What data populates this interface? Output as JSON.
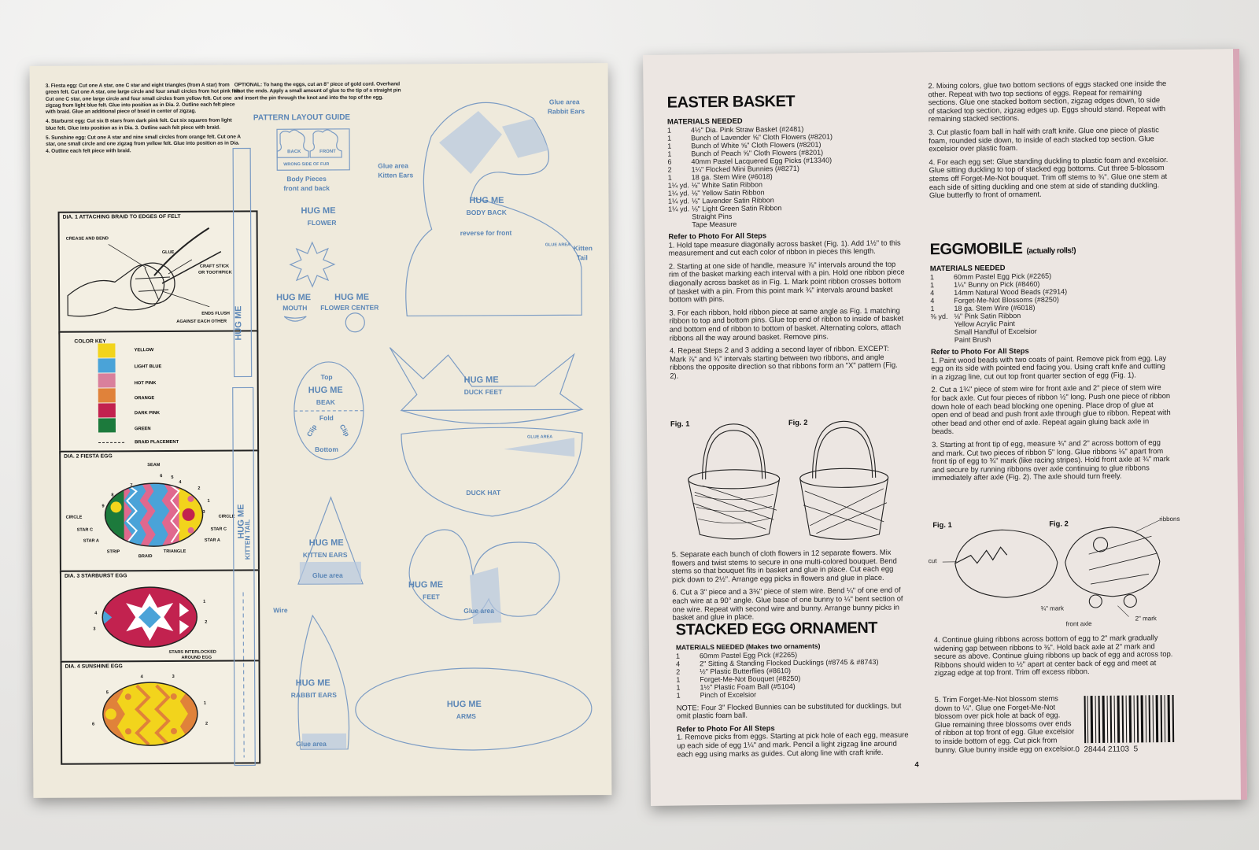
{
  "left_page": {
    "instructions": [
      "3. Fiesta egg: Cut one A star, one C star and eight triangles (from A star) from green felt. Cut one A star, one large circle and four small circles from hot pink felt. Cut one C star, one large circle and four small circles from yellow felt. Cut one zigzag from light blue felt. Glue into position as in Dia. 2. Outline each felt piece with braid. Glue an additional piece of braid in center of zigzag.",
      "4. Starburst egg: Cut six B stars from dark pink felt. Cut six squares from light blue felt. Glue into position as in Dia. 3. Outline each felt piece with braid.",
      "5. Sunshine egg: Cut one A star and nine small circles from orange felt. Cut one A star, one small circle and one zigzag from yellow felt. Glue into position as in Dia. 4. Outline each felt piece with braid."
    ],
    "optional_note": "OPTIONAL: To hang the eggs, cut an 8\" piece of gold cord. Overhand knot the ends. Apply a small amount of glue to the tip of a straight pin and insert the pin through the knot and into the top of the egg.",
    "dia1": {
      "title": "DIA. 1 ATTACHING BRAID TO EDGES OF FELT",
      "labels": [
        "CREASE AND BEND",
        "GLUE",
        "CRAFT STICK",
        "OR TOOTHPICK",
        "ENDS FLUSH",
        "AGAINST EACH OTHER"
      ]
    },
    "color_key": {
      "title": "COLOR KEY",
      "entries": [
        {
          "label": "YELLOW",
          "color": "#f2d41c"
        },
        {
          "label": "LIGHT BLUE",
          "color": "#4aa3d8"
        },
        {
          "label": "HOT PINK",
          "color": "#d9809c"
        },
        {
          "label": "ORANGE",
          "color": "#e0823a"
        },
        {
          "label": "DARK PINK",
          "color": "#c2224f"
        },
        {
          "label": "GREEN",
          "color": "#1c7a3c"
        }
      ],
      "braid_label": "BRAID PLACEMENT"
    },
    "dia2": {
      "title": "DIA. 2 FIESTA EGG",
      "labels": [
        "SEAM",
        "CIRCLE",
        "STAR C",
        "STAR A",
        "STRIP",
        "BRAID",
        "TRIANGLE",
        "CIRCLE",
        "STAR C",
        "STAR A"
      ],
      "numbers": [
        "1",
        "2",
        "3",
        "4",
        "5",
        "6",
        "7",
        "8",
        "9"
      ]
    },
    "dia3": {
      "title": "DIA. 3 STARBURST EGG",
      "labels": [
        "STARS INTERLOCKED",
        "AROUND EGG"
      ],
      "numbers": [
        "1",
        "2",
        "3",
        "4"
      ]
    },
    "dia4": {
      "title": "DIA. 4 SUNSHINE EGG",
      "numbers": [
        "1",
        "2",
        "3",
        "4",
        "5",
        "6"
      ]
    },
    "pattern": {
      "title": "PATTERN LAYOUT GUIDE",
      "body_back_label": "BACK",
      "body_front_label": "FRONT",
      "wrong_side": "WRONG SIDE OF FUR",
      "body_pieces": "Body Pieces",
      "front_back": "front and back",
      "hug_me": "HUG ME",
      "flower": "FLOWER",
      "mouth": "MOUTH",
      "flower_center": "FLOWER CENTER",
      "beak": "BEAK",
      "top": "Top",
      "fold": "Fold",
      "clip": "Clip",
      "bottom": "Bottom",
      "kitten_ears": "KITTEN EARS",
      "glue_area": "Glue area",
      "wire": "Wire",
      "rabbit_ears": "RABBIT EARS",
      "kitten_tail": "KITTEN TAIL",
      "body_back": "BODY BACK",
      "reverse": "reverse for front",
      "glue_area_rabbit": "Glue area",
      "rabbit_ears_small": "Rabbit Ears",
      "glue_area_kitten": "Glue area",
      "kitten_ears_small": "Kitten Ears",
      "glue_area_caps": "GLUE AREA",
      "kitten": "Kitten",
      "tail": "Tail",
      "duck_feet": "DUCK FEET",
      "duck_hat": "DUCK HAT",
      "feet": "FEET",
      "arms": "ARMS"
    }
  },
  "right_page": {
    "easter_basket": {
      "title": "EASTER BASKET",
      "materials_heading": "MATERIALS NEEDED",
      "materials": [
        [
          "1",
          "4½\" Dia. Pink Straw Basket (#2481)"
        ],
        [
          "1",
          "Bunch of Lavender ⅝\" Cloth Flowers (#8201)"
        ],
        [
          "1",
          "Bunch of White ⅝\" Cloth Flowers (#8201)"
        ],
        [
          "1",
          "Bunch of Peach ⅝\" Cloth Flowers (#8201)"
        ],
        [
          "6",
          "40mm Pastel Lacquered Egg Picks (#13340)"
        ],
        [
          "2",
          "1¼\" Flocked Mini Bunnies (#8271)"
        ],
        [
          "1",
          "18 ga. Stem Wire (#6018)"
        ],
        [
          "1¼ yd.",
          "⅛\" White Satin Ribbon"
        ],
        [
          "1¼ yd.",
          "⅛\" Yellow Satin Ribbon"
        ],
        [
          "1¼ yd.",
          "⅛\" Lavender Satin Ribbon"
        ],
        [
          "1¼ yd.",
          "⅛\" Light Green Satin Ribbon"
        ],
        [
          "",
          "Straight Pins"
        ],
        [
          "",
          "Tape Measure"
        ]
      ],
      "refer": "Refer to Photo For All Steps",
      "steps": [
        "1. Hold tape measure diagonally across basket (Fig. 1). Add 1½\" to this measurement and cut each color of ribbon in pieces this length.",
        "2. Starting at one side of handle, measure ⅞\" intervals around the top rim of the basket marking each interval with a pin. Hold one ribbon piece diagonally across basket as in Fig. 1. Mark point ribbon crosses bottom of basket with a pin. From this point mark ¾\" intervals around basket bottom with pins.",
        "3. For each ribbon, hold ribbon piece at same angle as Fig. 1 matching ribbon to top and bottom pins. Glue top end of ribbon to inside of basket and bottom end of ribbon to bottom of basket. Alternating colors, attach ribbons all the way around basket. Remove pins.",
        "4. Repeat Steps 2 and 3 adding a second layer of ribbon. EXCEPT: Mark ⅞\" and ¾\" intervals starting between two ribbons, and angle ribbons the opposite direction so that ribbons form an \"X\" pattern (Fig. 2)."
      ],
      "fig1": "Fig. 1",
      "fig2": "Fig. 2",
      "steps2": [
        "5. Separate each bunch of cloth flowers in 12 separate flowers. Mix flowers and twist stems to secure in one multi-colored bouquet. Bend stems so that bouquet fits in basket and glue in place. Cut each egg pick down to 2½\". Arrange egg picks in flowers and glue in place.",
        "6. Cut a 3\" piece and a 3⅜\" piece of stem wire. Bend ¼\" of one end of each wire at a 90° angle. Glue base of one bunny to ¼\" bent section of one wire. Repeat with second wire and bunny. Arrange bunny picks in basket and glue in place."
      ]
    },
    "stacked_egg": {
      "title": "STACKED EGG ORNAMENT",
      "materials_heading": "MATERIALS NEEDED (Makes two ornaments)",
      "materials": [
        [
          "1",
          "60mm Pastel Egg Pick (#2265)"
        ],
        [
          "4",
          "2\" Sitting & Standing Flocked Ducklings (#8745 & #8743)"
        ],
        [
          "2",
          "½\" Plastic Butterflies (#8610)"
        ],
        [
          "1",
          "Forget-Me-Not Bouquet (#8250)"
        ],
        [
          "1",
          "1½\" Plastic Foam Ball (#5104)"
        ],
        [
          "1",
          "Pinch of Excelsior"
        ]
      ],
      "note": "NOTE: Four 3\" Flocked Bunnies can be substituted for ducklings, but omit plastic foam ball.",
      "refer": "Refer to Photo For All Steps",
      "step1": "1. Remove picks from eggs. Starting at pick hole of each egg, measure up each side of egg 1¼\" and mark. Pencil a light zigzag line around each egg using marks as guides. Cut along line with craft knife."
    },
    "col2_steps": [
      "2. Mixing colors, glue two bottom sections of eggs stacked one inside the other. Repeat with two top sections of eggs. Repeat for remaining sections. Glue one stacked bottom section, zigzag edges down, to side of stacked top section, zigzag edges up. Eggs should stand. Repeat with remaining stacked sections.",
      "3. Cut plastic foam ball in half with craft knife. Glue one piece of plastic foam, rounded side down, to inside of each stacked top section. Glue excelsior over plastic foam.",
      "4. For each egg set: Glue standing duckling to plastic foam and excelsior. Glue sitting duckling to top of stacked egg bottoms. Cut three 5-blossom stems off Forget-Me-Not bouquet. Trim off stems to ¾\". Glue one stem at each side of sitting duckling and one stem at side of standing duckling. Glue butterfly to front of ornament."
    ],
    "eggmobile": {
      "title": "EGGMOBILE",
      "subtitle": "(actually rolls!)",
      "materials_heading": "MATERIALS NEEDED",
      "materials": [
        [
          "1",
          "60mm Pastel Egg Pick (#2265)"
        ],
        [
          "1",
          "1¼\" Bunny on Pick (#8460)"
        ],
        [
          "4",
          "14mm Natural Wood Beads (#2914)"
        ],
        [
          "4",
          "Forget-Me-Not Blossoms (#8250)"
        ],
        [
          "1",
          "18 ga. Stem Wire (#6018)"
        ],
        [
          "⅜ yd.",
          "⅛\" Pink Satin Ribbon"
        ],
        [
          "",
          "Yellow Acrylic Paint"
        ],
        [
          "",
          "Small Handful of Excelsior"
        ],
        [
          "",
          "Paint Brush"
        ]
      ],
      "refer": "Refer to Photo For All Steps",
      "steps": [
        "1. Paint wood beads with two coats of paint. Remove pick from egg. Lay egg on its side with pointed end facing you. Using craft knife and cutting in a zigzag line, cut out top front quarter section of egg (Fig. 1).",
        "2. Cut a 1¾\" piece of stem wire for front axle and 2\" piece of stem wire for back axle. Cut four pieces of ribbon ½\" long. Push one piece of ribbon down hole of each bead blocking one opening. Place drop of glue at open end of bead and push front axle through glue to ribbon. Repeat with other bead and other end of axle. Repeat again gluing back axle in beads.",
        "3. Starting at front tip of egg, measure ¾\" and 2\" across bottom of egg and mark. Cut two pieces of ribbon 5\" long. Glue ribbons ⅛\" apart from front tip of egg to ¾\" mark (like racing stripes). Hold front axle at ¾\" mark and secure by running ribbons over axle continuing to glue ribbons immediately after axle (Fig. 2). The axle should turn freely."
      ],
      "fig1": "Fig. 1",
      "fig2": "Fig. 2",
      "fig_labels": [
        "cut",
        "¾\" mark",
        "2\" mark",
        "front axle",
        "ribbons"
      ],
      "steps2": [
        "4. Continue gluing ribbons across bottom of egg to 2\" mark gradually widening gap between ribbons to ⅜\". Hold back axle at 2\" mark and secure as above. Continue gluing ribbons up back of egg and across top. Ribbons should widen to ½\" apart at center back of egg and meet at zigzag edge at top front. Trim off excess ribbon.",
        "5. Trim Forget-Me-Not blossom stems down to ¼\". Glue one Forget-Me-Not blossom over pick hole at back of egg. Glue remaining three blossoms over ends of ribbon at top front of egg. Glue excelsior to inside bottom of egg. Cut pick from bunny. Glue bunny inside egg on excelsior."
      ]
    },
    "barcode": "0  28444 21103  5",
    "page_number": "4"
  }
}
